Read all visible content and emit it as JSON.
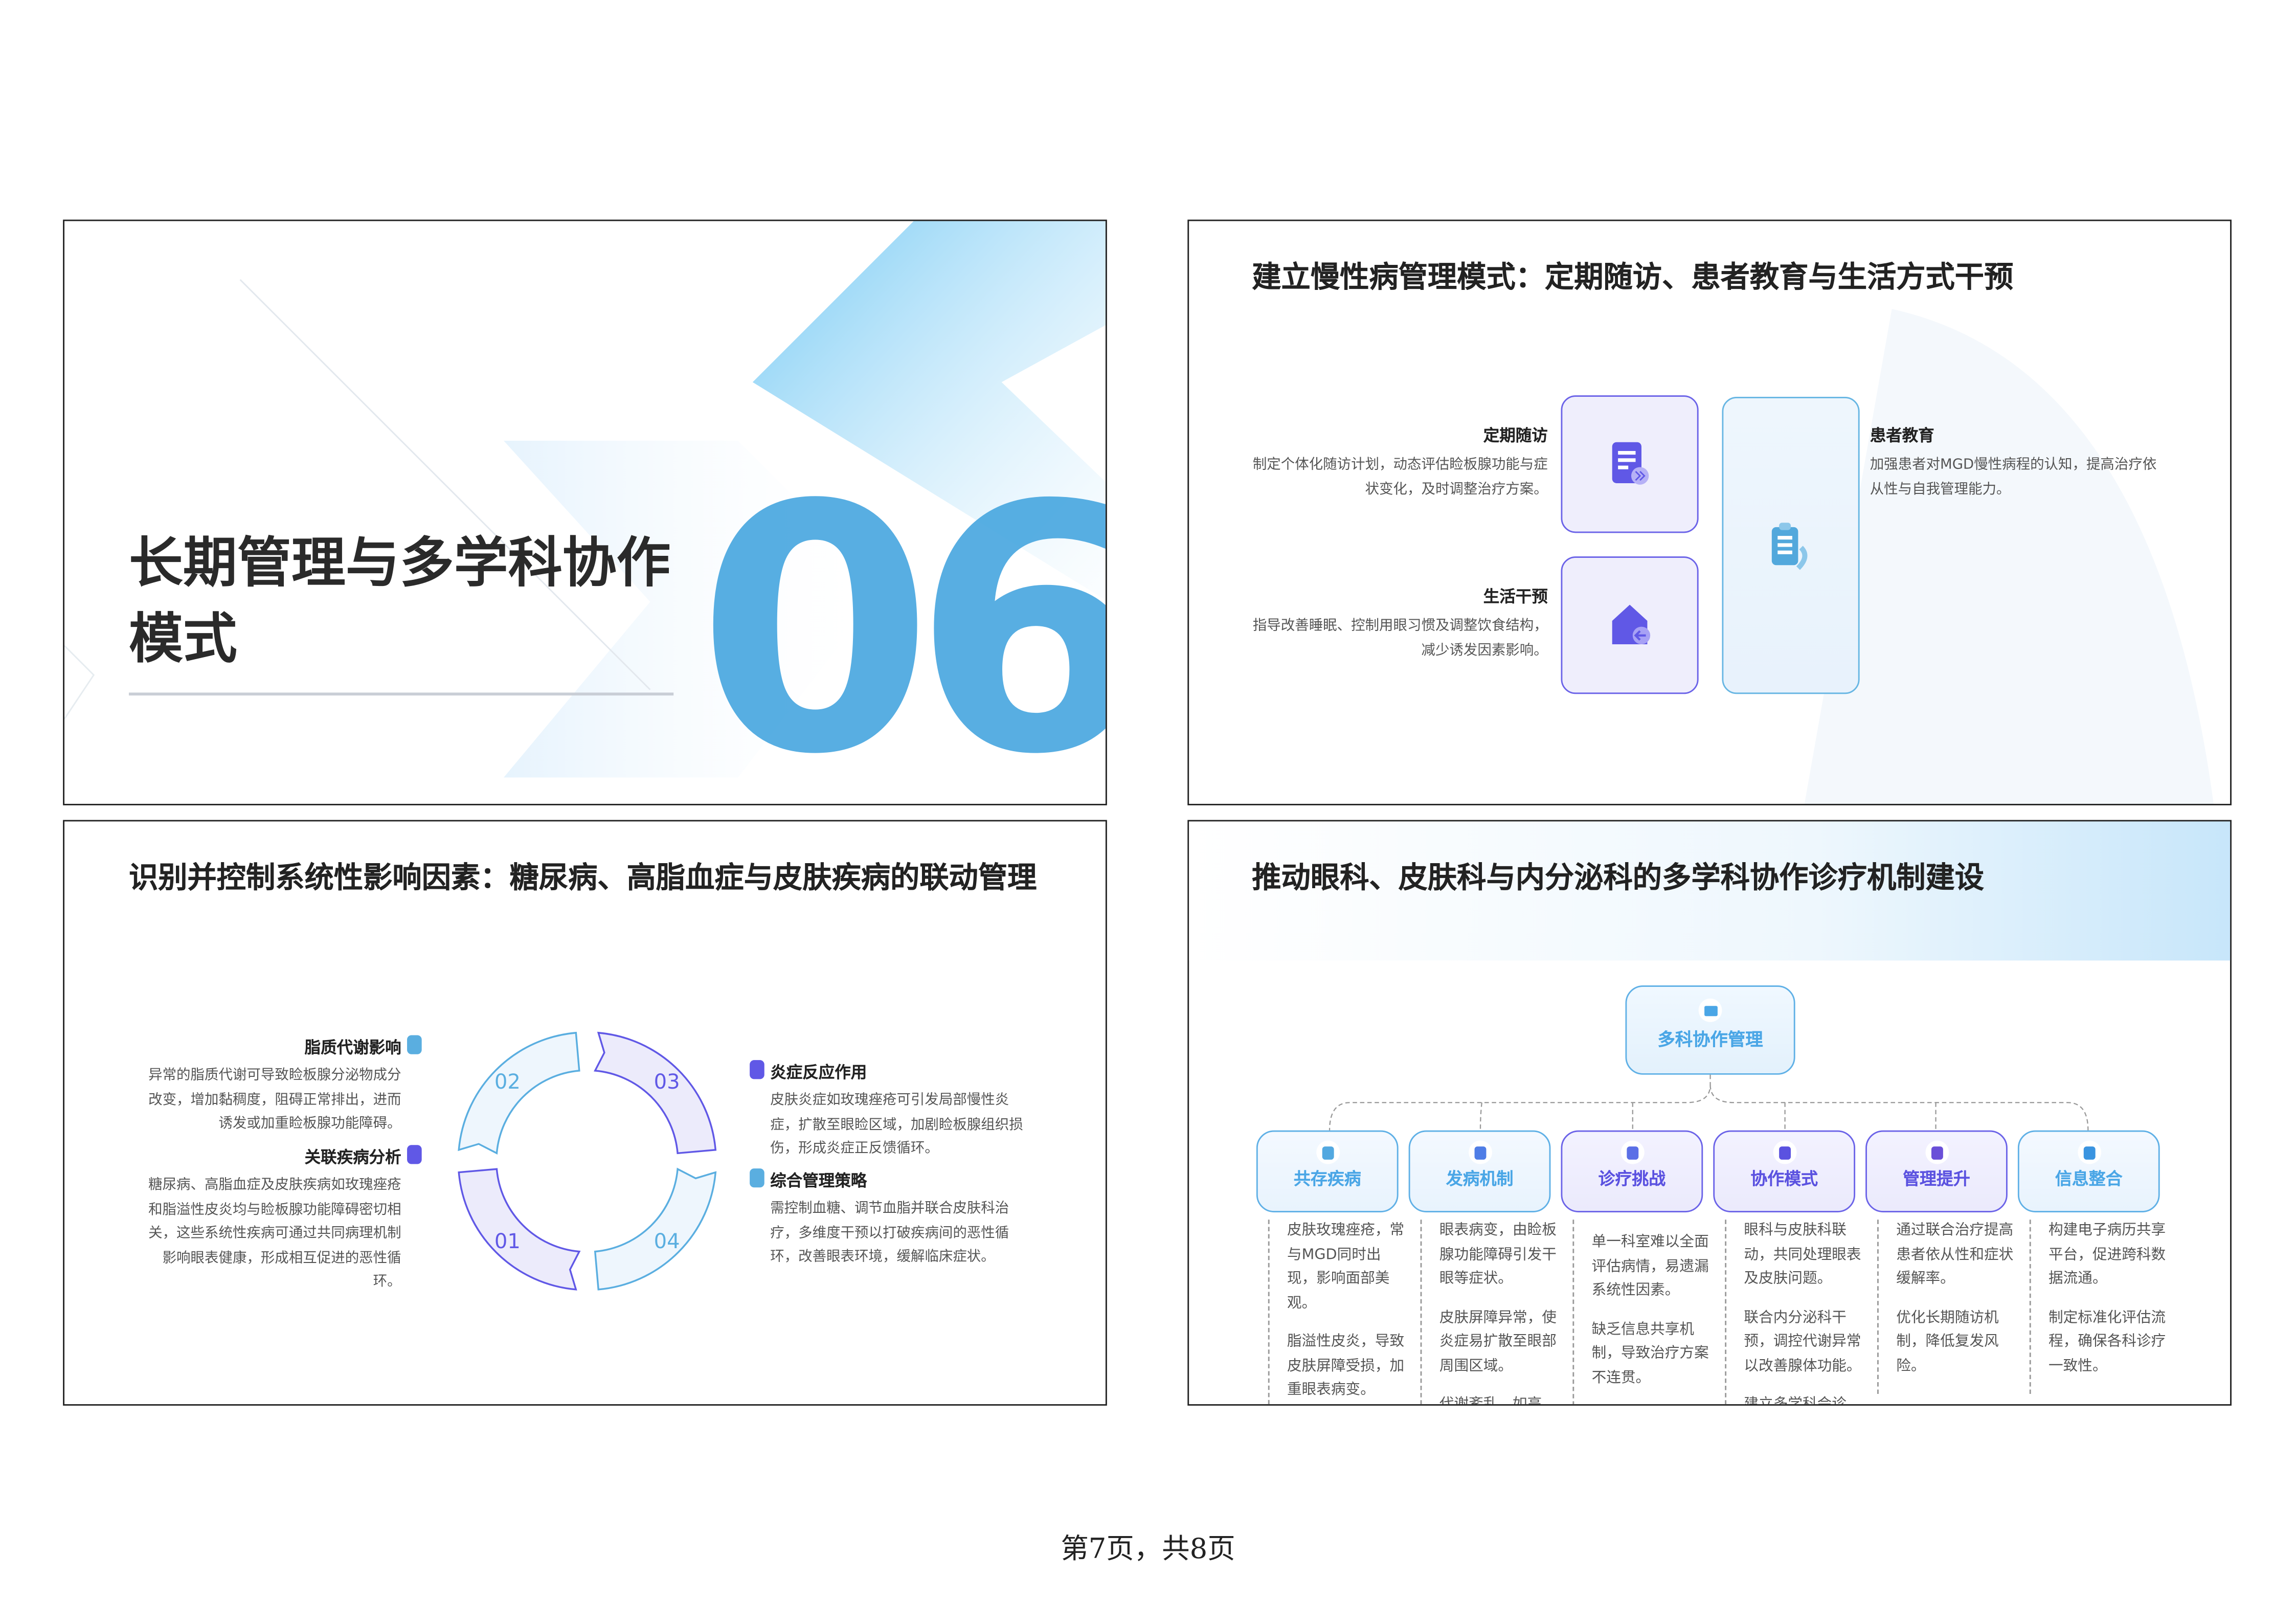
{
  "slide1": {
    "title_line1": "长期管理与多学科协作",
    "title_line2": "模式",
    "number": "06",
    "accent": "#4aa8e0"
  },
  "slide2": {
    "title": "建立慢性病管理模式：定期随访、患者教育与生活方式干预",
    "items": [
      {
        "heading": "定期随访",
        "desc": "制定个体化随访计划，动态评估睑板腺功能与症状变化，及时调整治疗方案。",
        "icon": "document-forward-icon"
      },
      {
        "heading": "生活干预",
        "desc": "指导改善睡眠、控制用眼习惯及调整饮食结构，减少诱发因素影响。",
        "icon": "home-return-icon"
      },
      {
        "heading": "患者教育",
        "desc": "加强患者对MGD慢性病程的认知，提高治疗依从性与自我管理能力。",
        "icon": "clipboard-phone-icon"
      }
    ]
  },
  "slide3": {
    "title": "识别并控制系统性影响因素：糖尿病、高脂血症与皮肤疾病的联动管理",
    "ring": [
      "01",
      "02",
      "03",
      "04"
    ],
    "left": [
      {
        "heading": "脂质代谢影响",
        "desc": "异常的脂质代谢可导致睑板腺分泌物成分改变，增加黏稠度，阻碍正常排出，进而诱发或加重睑板腺功能障碍。"
      },
      {
        "heading": "关联疾病分析",
        "desc": "糖尿病、高脂血症及皮肤疾病如玫瑰痤疮和脂溢性皮炎均与睑板腺功能障碍密切相关，这些系统性疾病可通过共同病理机制影响眼表健康，形成相互促进的恶性循环。"
      }
    ],
    "right": [
      {
        "heading": "炎症反应作用",
        "desc": "皮肤炎症如玫瑰痤疮可引发局部慢性炎症，扩散至眼睑区域，加剧睑板腺组织损伤，形成炎症正反馈循环。"
      },
      {
        "heading": "综合管理策略",
        "desc": "需控制血糖、调节血脂并联合皮肤科治疗，多维度干预以打破疾病间的恶性循环，改善眼表环境，缓解临床症状。"
      }
    ],
    "colors": {
      "blue": "#5aaee0",
      "purple": "#6058e6"
    }
  },
  "slide4": {
    "title": "推动眼科、皮肤科与内分泌科的多学科协作诊疗机制建设",
    "root": "多科协作管理",
    "branches": [
      {
        "label": "共存疾病",
        "icon": "truck-icon",
        "texts": [
          "皮肤玫瑰痤疮，常与MGD同时出现，影响面部美观。",
          "脂溢性皮炎，导致皮肤屏障受损，加重眼表病变。"
        ]
      },
      {
        "label": "发病机制",
        "icon": "presentation-icon",
        "texts": [
          "眼表病变，由睑板腺功能障碍引发干眼等症状。",
          "皮肤屏障异常，使炎症易扩散至眼部周围区域。",
          "代谢紊乱，如高"
        ]
      },
      {
        "label": "诊疗挑战",
        "icon": "report-icon",
        "texts": [
          "单一科室难以全面评估病情，易遗漏系统性因素。",
          "缺乏信息共享机制，导致治疗方案不连贯。"
        ]
      },
      {
        "label": "协作模式",
        "icon": "cart-icon",
        "texts": [
          "眼科与皮肤科联动，共同处理眼表及皮肤问题。",
          "联合内分泌科干预，调控代谢异常以改善腺体功能。",
          "建立多学科会诊"
        ]
      },
      {
        "label": "管理提升",
        "icon": "yen-doc-icon",
        "texts": [
          "通过联合治疗提高患者依从性和症状缓解率。",
          "优化长期随访机制，降低复发风险。"
        ]
      },
      {
        "label": "信息整合",
        "icon": "checklist-icon",
        "texts": [
          "构建电子病历共享平台，促进跨科数据流通。",
          "制定标准化评估流程，确保各科诊疗一致性。"
        ]
      }
    ]
  },
  "footer": "第7页，共8页"
}
